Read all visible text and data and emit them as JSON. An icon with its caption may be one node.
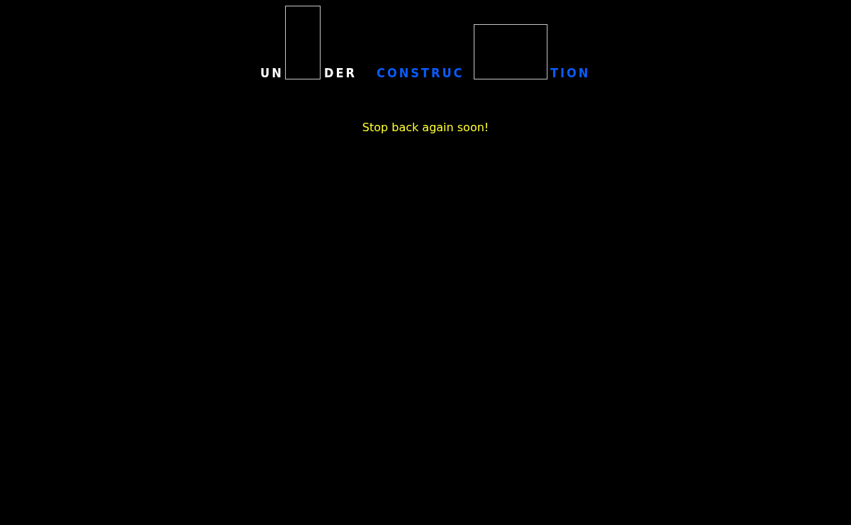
{
  "diagram": {
    "labels": [
      "UN",
      "DER",
      "CONSTRUC",
      "TION",
      "Stop back again soon!"
    ]
  }
}
